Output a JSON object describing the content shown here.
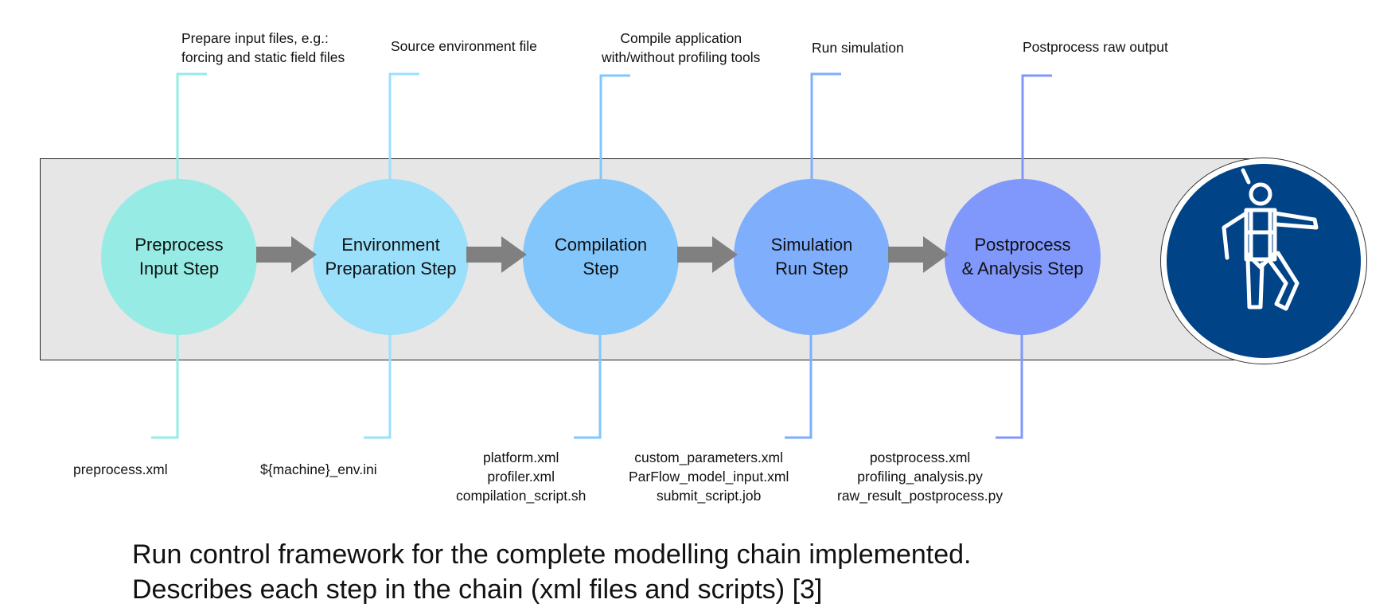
{
  "colors": {
    "band": "#e6e6e6",
    "arrow": "#808080",
    "sign_blue": "#004387",
    "steps": [
      "#96ece4",
      "#9ae0fb",
      "#82c6fc",
      "#7faefc",
      "#8097fb"
    ]
  },
  "steps": [
    {
      "label": "Preprocess\nInput Step",
      "top_label": "Prepare input files, e.g.:\nforcing and static field files",
      "bottom_label": "preprocess.xml"
    },
    {
      "label": "Environment\nPreparation Step",
      "top_label": "Source environment file",
      "bottom_label": "${machine}_env.ini"
    },
    {
      "label": "Compilation\nStep",
      "top_label": "Compile application\nwith/without profiling tools",
      "bottom_label": "platform.xml\nprofiler.xml\ncompilation_script.sh"
    },
    {
      "label": "Simulation\nRun Step",
      "top_label": "Run simulation",
      "bottom_label": "custom_parameters.xml\nParFlow_model_input.xml\nsubmit_script.job"
    },
    {
      "label": "Postprocess\n& Analysis Step",
      "top_label": "Postprocess raw output",
      "bottom_label": "postprocess.xml\nprofiling_analysis.py\nraw_result_postprocess.py"
    }
  ],
  "sign": {
    "icon": "safety-harness-icon"
  },
  "caption": "Run control framework for the complete modelling chain implemented.\nDescribes each step in the chain (xml files and scripts) [3]"
}
